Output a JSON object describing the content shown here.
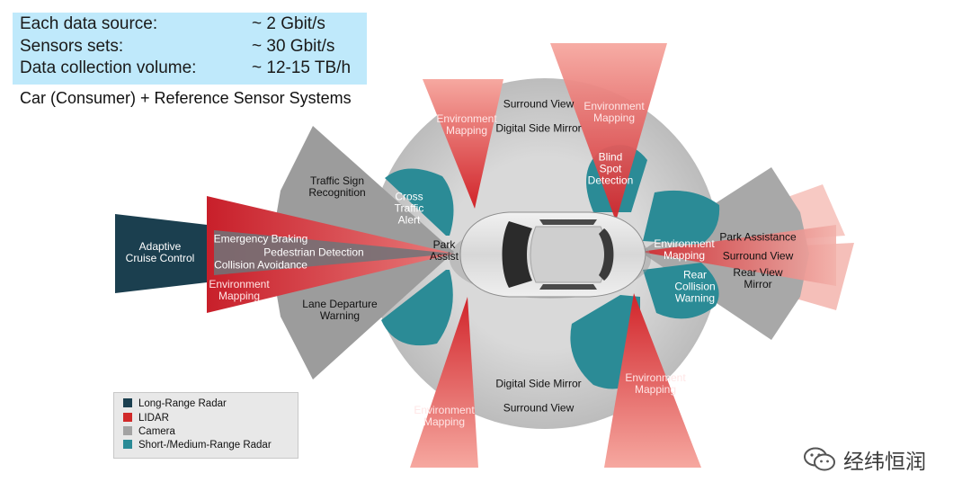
{
  "stats": [
    {
      "label": "Each data source:",
      "value": "~ 2 Gbit/s"
    },
    {
      "label": "Sensors sets:",
      "value": "~ 30 Gbit/s"
    },
    {
      "label": "Data collection volume:",
      "value": "~ 12-15 TB/h"
    }
  ],
  "caption": "Car (Consumer) + Reference Sensor Systems",
  "colors": {
    "long_range_radar": "#1b3f4f",
    "lidar": "#d12a2a",
    "camera": "#a3a3a3",
    "short_medium_radar": "#2b8b96"
  },
  "labels": {
    "adaptive_cruise": "Adaptive\nCruise Control",
    "emergency_braking": "Emergency Braking",
    "pedestrian_detection": "Pedestrian Detection",
    "collision_avoidance": "Collision Avoidance",
    "env_front_left": "Environment\nMapping",
    "traffic_sign": "Traffic Sign\nRecognition",
    "lane_departure": "Lane Departure\nWarning",
    "cross_traffic": "Cross\nTraffic\nAlert",
    "park_assist_front": "Park\nAssist",
    "env_top_left": "Environment\nMapping",
    "surround_view_top": "Surround View",
    "digital_mirror_top": "Digital Side Mirror",
    "env_top_right": "Environment\nMapping",
    "blind_spot": "Blind\nSpot\nDetection",
    "env_rear": "Environment\nMapping",
    "park_assistance_rear": "Park Assistance",
    "surround_view_rear": "Surround View",
    "rear_view_mirror": "Rear View\nMirror",
    "rear_collision": "Rear\nCollision\nWarning",
    "digital_mirror_bottom": "Digital Side Mirror",
    "surround_view_bottom": "Surround View",
    "env_bottom_left": "Environment\nMapping",
    "env_bottom_right": "Environment\nMapping"
  },
  "legend": [
    {
      "label": "Long-Range Radar",
      "color": "#1b3f4f"
    },
    {
      "label": "LIDAR",
      "color": "#d12a2a"
    },
    {
      "label": "Camera",
      "color": "#a3a3a3"
    },
    {
      "label": "Short-/Medium-Range Radar",
      "color": "#2b8b96"
    }
  ],
  "watermark": "经纬恒润",
  "watermark_icon": "wechat-icon"
}
